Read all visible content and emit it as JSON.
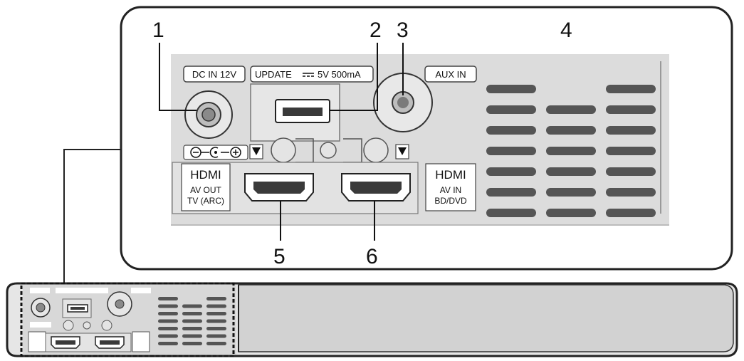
{
  "callouts": {
    "n1": "1",
    "n2": "2",
    "n3": "3",
    "n4": "4",
    "n5": "5",
    "n6": "6"
  },
  "panel_labels": {
    "dc_in": "DC IN 12V",
    "update": "UPDATE",
    "update_rating": "5V 500mA",
    "aux_in": "AUX IN",
    "hdmi_out_title": "HDMI",
    "hdmi_out_line1": "AV OUT",
    "hdmi_out_line2": "TV (ARC)",
    "hdmi_in_title": "HDMI",
    "hdmi_in_line1": "AV IN",
    "hdmi_in_line2": "BD/DVD"
  },
  "icons": {
    "polarity": "dc-polarity-icon",
    "arrow": "down-triangle-icon"
  },
  "colors": {
    "panel": "#dcdcdc",
    "port_dark": "#3a3a3a",
    "vent": "#555555",
    "outline": "#222222"
  }
}
